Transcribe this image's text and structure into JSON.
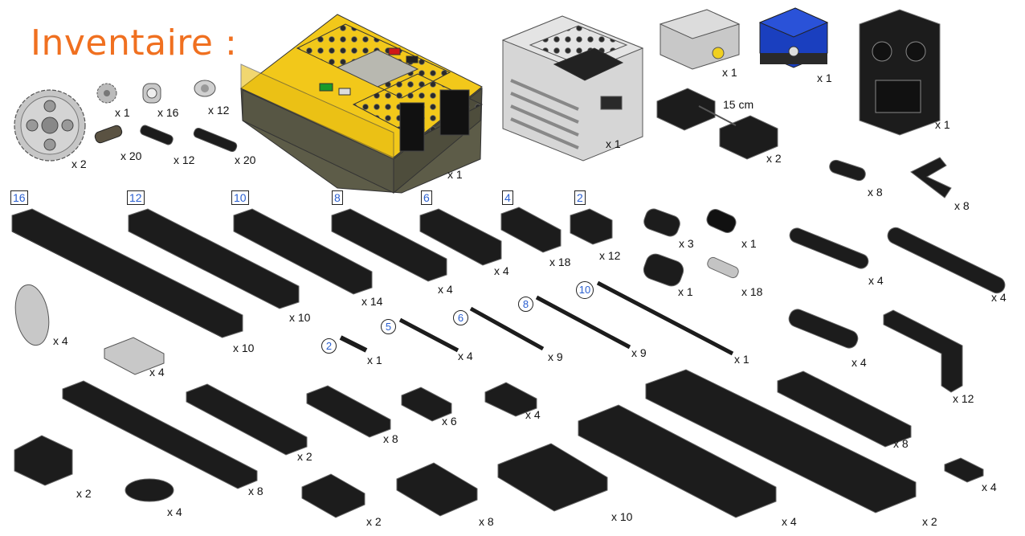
{
  "title": "Inventaire :",
  "cable_length": "15 cm",
  "colors": {
    "title": "#f07020",
    "brick": "#1c1c1c",
    "brick_edge": "#555555",
    "rcx_yellow": "#f2c81a",
    "rcx_base": "#5d5c48",
    "grey": "#c8c8c8",
    "blue": "#1a3fbf",
    "length_marker": "#2a5fd0"
  },
  "beam_lengths": [
    "16",
    "12",
    "10",
    "8",
    "6",
    "4",
    "2"
  ],
  "axle_lengths": [
    "2",
    "5",
    "6",
    "8",
    "10"
  ],
  "quantities": {
    "gear": "x 2",
    "small_gear": "x 1",
    "bush": "x 16",
    "half_bush": "x 12",
    "axle_pin": "x 20",
    "friction_pin": "x 12",
    "long_pin": "x 20",
    "rcx": "x 1",
    "motor": "x 1",
    "light_sensor": "x 1",
    "battery_box": "x 1",
    "wire": "x 2",
    "frame": "x 1",
    "liftarm3": "x 8",
    "lbeam": "x 8",
    "beam16": "x 10",
    "beam12": "x 10",
    "beam10": "x 14",
    "beam8": "x 4",
    "beam6": "x 4",
    "beam4": "x 18",
    "beam2": "x 12",
    "tire_small": "x 3",
    "tire_big": "x 1",
    "connector": "x 1",
    "pin_grey": "x 18",
    "liftarm6": "x 4",
    "liftarm9": "x 4",
    "panel": "x 4",
    "plate_grey": "x 4",
    "axle2": "x 1",
    "axle5": "x 4",
    "axle6": "x 9",
    "axle8": "x 9",
    "axle10": "x 1",
    "liftarm5": "x 4",
    "bent_liftarm": "x 12",
    "plate2x10": "x 2",
    "plate2x8": "x 8",
    "plate2x6": "x 8",
    "plate2x2": "x 6",
    "plate2x2b": "x 4",
    "tile_long": "x 8",
    "slope": "x 2",
    "round_plate": "x 4",
    "plate2x4": "x 2",
    "plate3x6": "x 8",
    "plate4x8": "x 10",
    "plate6x12": "x 4",
    "plate6x16": "x 2",
    "tile1x2": "x 4"
  }
}
